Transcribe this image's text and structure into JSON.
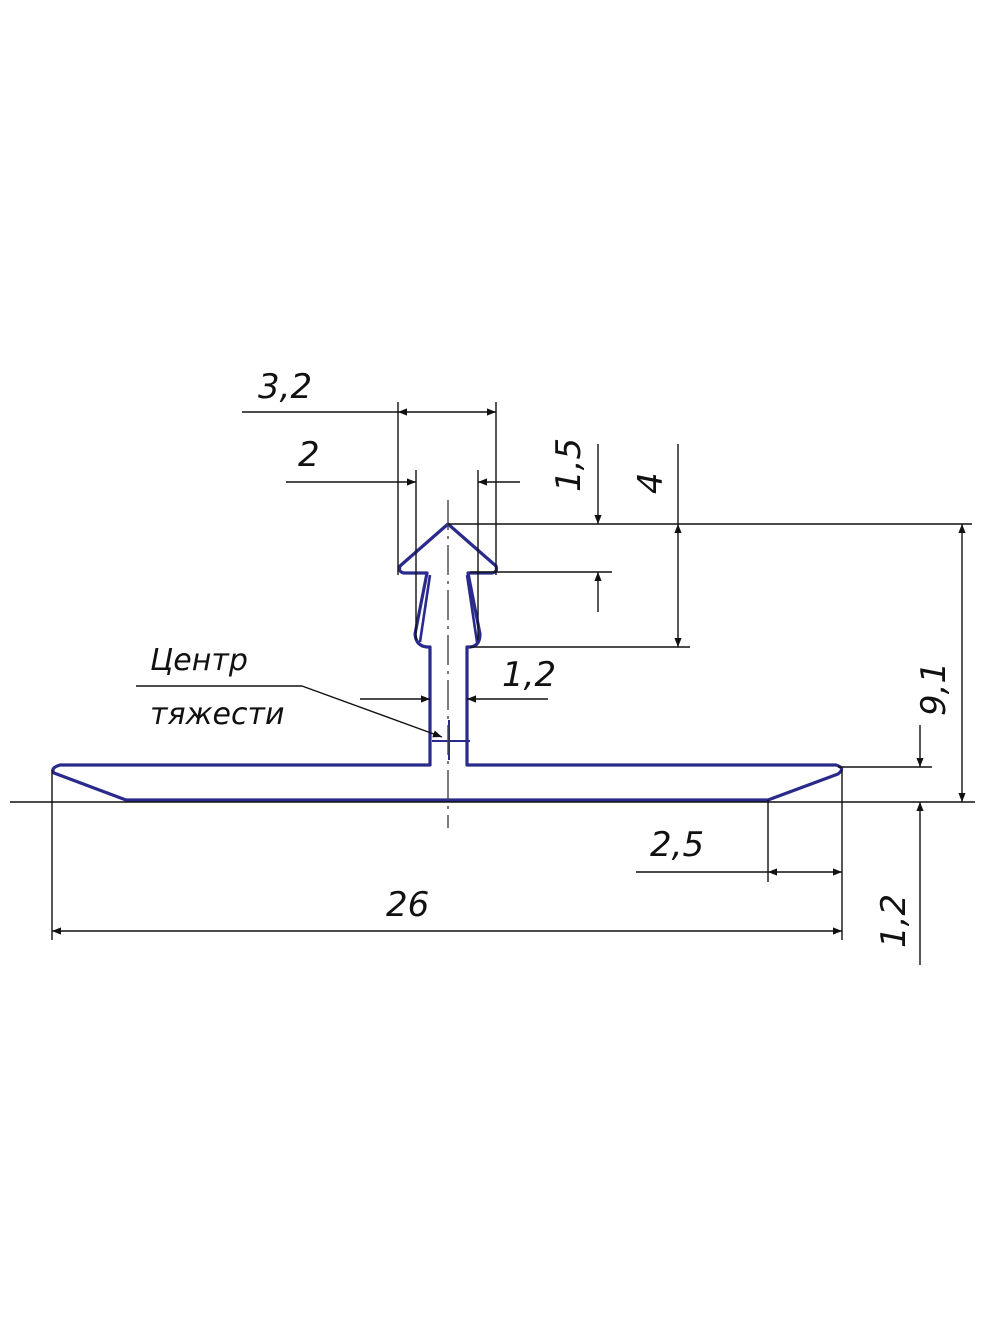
{
  "colors": {
    "outline": "#2a2a8c",
    "dimension": "#111111",
    "background": "#ffffff"
  },
  "dimensions": {
    "cap_width": "3,2",
    "stem_width": "2",
    "cap_height": "1,5",
    "head_height": "4",
    "neck_width": "1,2",
    "total_height": "9,1",
    "chamfer": "2,5",
    "base_length": "26",
    "base_thickness": "1,2"
  },
  "annotation": {
    "line1": "Центр",
    "line2": "тяжести"
  }
}
